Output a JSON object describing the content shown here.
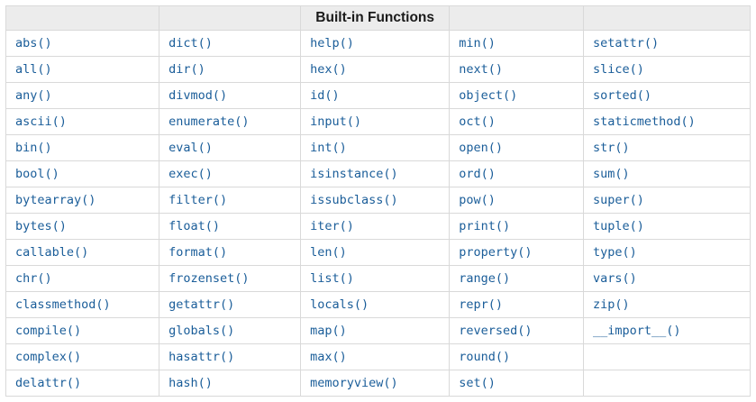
{
  "table": {
    "title": "Built-in Functions",
    "rows": [
      [
        "abs()",
        "dict()",
        "help()",
        "min()",
        "setattr()"
      ],
      [
        "all()",
        "dir()",
        "hex()",
        "next()",
        "slice()"
      ],
      [
        "any()",
        "divmod()",
        "id()",
        "object()",
        "sorted()"
      ],
      [
        "ascii()",
        "enumerate()",
        "input()",
        "oct()",
        "staticmethod()"
      ],
      [
        "bin()",
        "eval()",
        "int()",
        "open()",
        "str()"
      ],
      [
        "bool()",
        "exec()",
        "isinstance()",
        "ord()",
        "sum()"
      ],
      [
        "bytearray()",
        "filter()",
        "issubclass()",
        "pow()",
        "super()"
      ],
      [
        "bytes()",
        "float()",
        "iter()",
        "print()",
        "tuple()"
      ],
      [
        "callable()",
        "format()",
        "len()",
        "property()",
        "type()"
      ],
      [
        "chr()",
        "frozenset()",
        "list()",
        "range()",
        "vars()"
      ],
      [
        "classmethod()",
        "getattr()",
        "locals()",
        "repr()",
        "zip()"
      ],
      [
        "compile()",
        "globals()",
        "map()",
        "reversed()",
        "__import__()"
      ],
      [
        "complex()",
        "hasattr()",
        "max()",
        "round()",
        ""
      ],
      [
        "delattr()",
        "hash()",
        "memoryview()",
        "set()",
        ""
      ]
    ]
  },
  "colors": {
    "link_blue": "#1a5d99",
    "header_background": "#ececec",
    "cell_border": "#d9d9d9",
    "title_text": "#1a1a1a"
  }
}
